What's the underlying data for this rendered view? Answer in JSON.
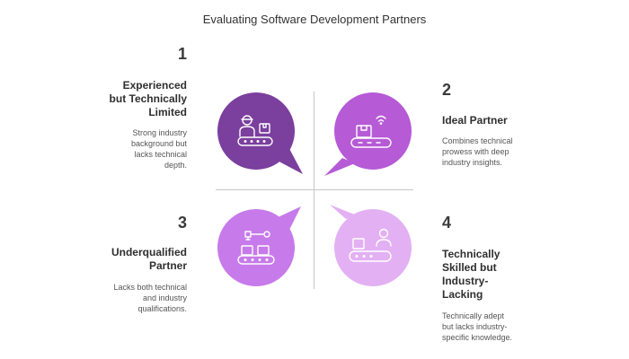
{
  "title": "Evaluating Software Development Partners",
  "colors": {
    "q1": "#7b3f9e",
    "q2": "#b65ad6",
    "q3": "#c77aea",
    "q4": "#e3b0f3",
    "divider": "#c6c6c6"
  },
  "quadrants": [
    {
      "number": "1",
      "heading_lines": [
        "Experienced",
        "but Technically",
        "Limited"
      ],
      "desc_lines": [
        "Strong industry",
        "background but",
        "lacks technical",
        "depth."
      ],
      "icon": "worker-conveyor-icon"
    },
    {
      "number": "2",
      "heading_lines": [
        "Ideal Partner"
      ],
      "desc_lines": [
        "Combines technical",
        "prowess with deep",
        "industry insights."
      ],
      "icon": "wireless-conveyor-icon"
    },
    {
      "number": "3",
      "heading_lines": [
        "Underqualified",
        "Partner"
      ],
      "desc_lines": [
        "Lacks both technical",
        "and industry",
        "qualifications."
      ],
      "icon": "robot-arm-conveyor-icon"
    },
    {
      "number": "4",
      "heading_lines": [
        "Technically",
        "Skilled but",
        "Industry-",
        "Lacking"
      ],
      "desc_lines": [
        "Technically adept",
        "but lacks industry-",
        "specific knowledge."
      ],
      "icon": "person-conveyor-icon"
    }
  ]
}
